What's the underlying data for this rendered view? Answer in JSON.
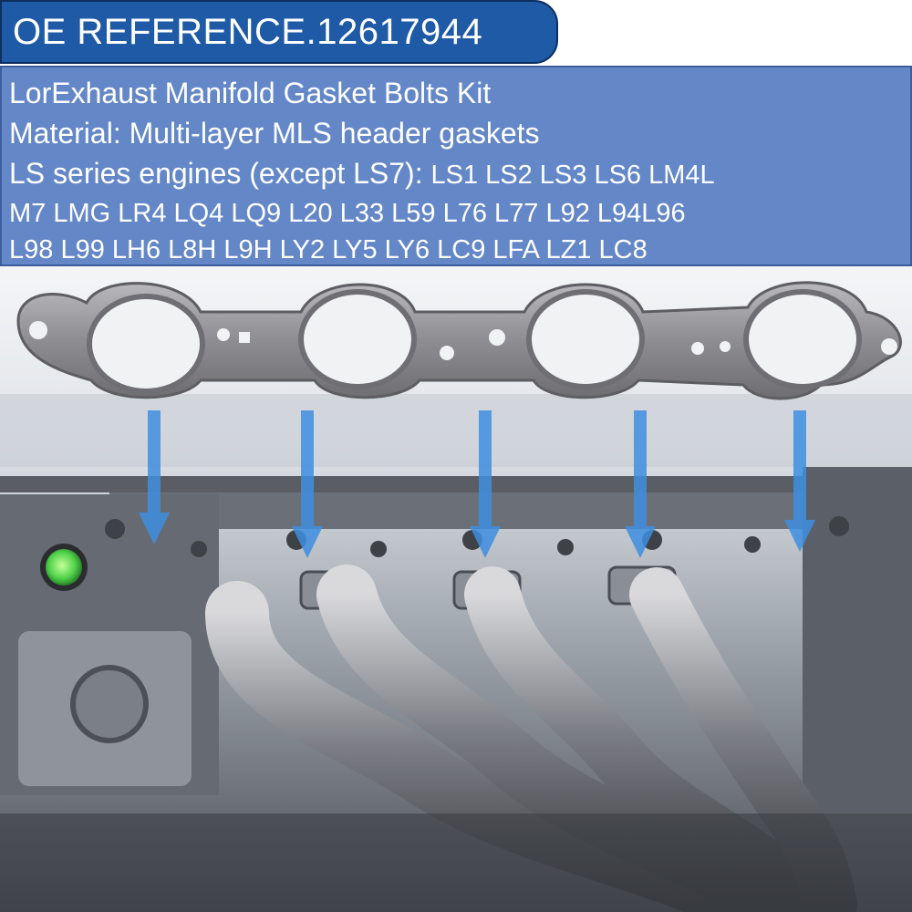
{
  "banner": {
    "text": "OE REFERENCE.12617944"
  },
  "info": {
    "line1": "LorExhaust Manifold Gasket Bolts Kit",
    "line2": "Material: Multi-layer MLS header gaskets",
    "line3_prefix": "LS series engines (except LS7):",
    "line3_models": "LS1 LS2 LS3 LS6 LM4L",
    "line4": "M7 LMG LR4 LQ4 LQ9 L20 L33 L59 L76 L77 L92 L94L96",
    "line5": "L98 L99 LH6 L8H L9H LY2 LY5 LY6 LC9 LFA LZ1 LC8"
  },
  "colors": {
    "banner_bg": "#1f5aa6",
    "panel_bg": "#6487c8",
    "arrow": "#3f8fe0",
    "gasket": "#8e8e92",
    "valve_cap": "#4fd24a"
  },
  "icons": {
    "gasket": "exhaust-gasket-icon",
    "arrow": "down-arrow-icon",
    "engine": "engine-photo-illustration"
  }
}
